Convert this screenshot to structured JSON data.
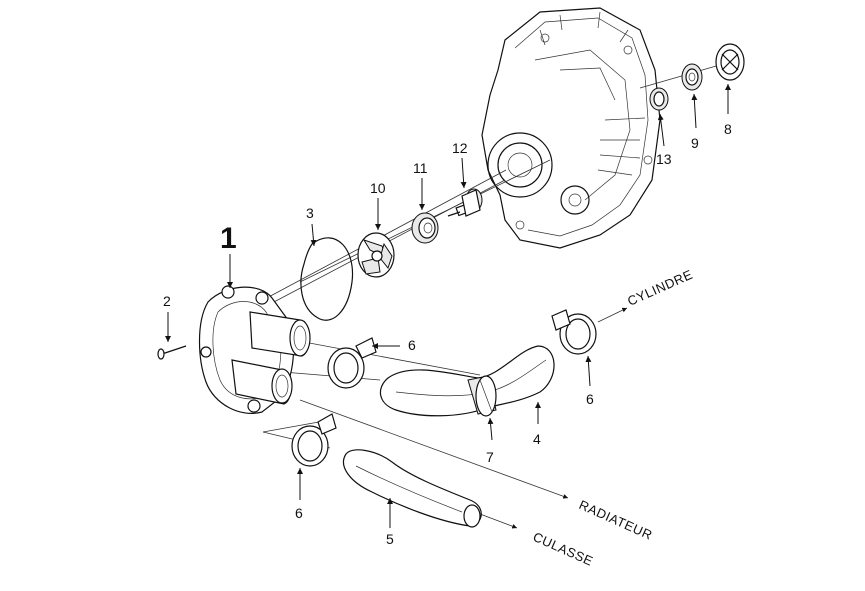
{
  "callouts": {
    "p1": "1",
    "p2": "2",
    "p3": "3",
    "p4": "4",
    "p5": "5",
    "p6a": "6",
    "p6b": "6",
    "p6c": "6",
    "p7": "7",
    "p8": "8",
    "p9": "9",
    "p10": "10",
    "p11": "11",
    "p12": "12",
    "p13": "13"
  },
  "destinations": {
    "cylinder": "CYLINDRE",
    "radiator": "RADIATEUR",
    "head": "CULASSE"
  }
}
